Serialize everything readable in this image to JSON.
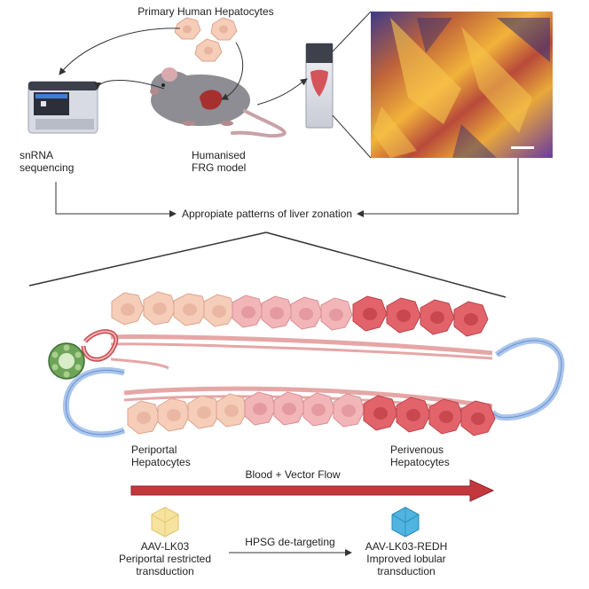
{
  "top": {
    "primary_cells_label": "Primary Human Hepatocytes",
    "sequencing_label": "snRNA\nsequencing",
    "mouse_label": "Humanised\nFRG model",
    "zonation_label": "Appropiate patterns of liver zonation"
  },
  "zonation": {
    "periportal_label": "Periportal\nHepatocytes",
    "perivenous_label": "Perivenous\nHepatocytes",
    "flow_label": "Blood + Vector Flow"
  },
  "vectors": {
    "lk03_name": "AAV-LK03",
    "lk03_desc": "Periportal restricted\ntransduction",
    "detargeting_label": "HPSG de-targeting",
    "redh_name": "AAV-LK03-REDH",
    "redh_desc": "Improved lobular\ntransduction"
  },
  "colors": {
    "periportal_cell": "#f6cdb9",
    "mid_cell": "#f2b6b9",
    "perivenous_cell": "#e2646a",
    "flow_arrow": "#c4383d",
    "lk03_capsid": "#f7e3a0",
    "redh_capsid": "#4fb4e0",
    "vessel_blue": "#a9c6ee",
    "portal_green": "#8cc07a"
  }
}
